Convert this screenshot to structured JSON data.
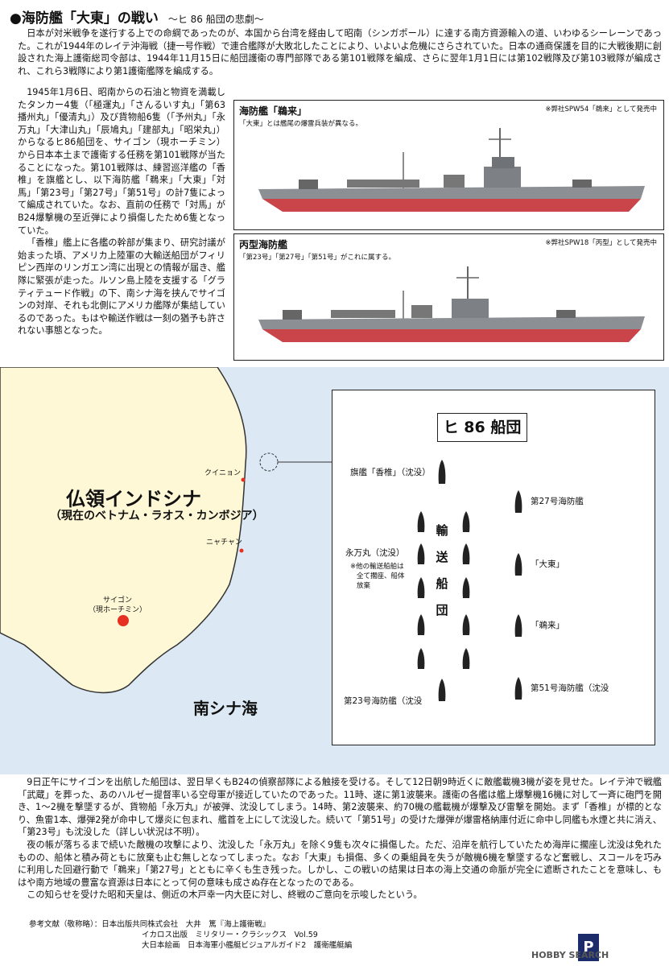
{
  "title": "●海防艦「大東」の戦い",
  "subtitle": "〜ヒ 86 船団の悲劇〜",
  "intro": "日本が対米戦争を遂行する上での命綱であったのが、本国から台湾を経由して昭南（シンガポール）に達する南方資源輸入の道、いわゆるシーレーンであった。これが1944年のレイテ沖海戦（捷一号作戦）で連合艦隊が大敗北したことにより、いよいよ危機にさらされていた。日本の通商保護を目的に大戦後期に創設された海上護衛総司令部は、1944年11月15日に船団護衛の専門部隊である第101戦隊を編成、さらに翌年1月1日には第102戦隊及び第103戦隊が編成され、これら3戦隊により第1護衛艦隊を編成する。",
  "left_paragraphs": [
    "1945年1月6日、昭南からの石油と物資を満載したタンカー4隻（「極運丸」「さんるいす丸」「第63播州丸」「優清丸」）及び貨物船6隻（「予州丸」「永万丸」「大津山丸」「辰鳩丸」「建部丸」「昭栄丸」）からなるヒ86船団を、サイゴン（現ホーチミン）から日本本土まで護衛する任務を第101戦隊が当たることになった。第101戦隊は、練習巡洋艦の「香椎」を旗艦とし、以下海防艦「鵜来」「大東」「対馬」「第23号」「第27号」「第51号」の計7隻によって編成されていた。なお、直前の任務で「対馬」がB24爆撃機の至近弾により損傷したため6隻となっていた。",
    "「香椎」艦上に各艦の幹部が集まり、研究討議が始まった頃、アメリカ上陸軍の大輸送船団がフィリピン西岸のリンガエン湾に出現との情報が届き、艦隊に緊張が走った。ルソン島上陸を支援する「グラティテュード作戦」の下、南シナ海を挟んでサイゴンの対岸、それも北側にアメリカ艦隊が集結しているのであった。もはや輸送作戦は一刻の猶予も許されない事態となった。"
  ],
  "box1": {
    "title": "海防艦「鵜来」",
    "note": "※弊社SPW54「鵜来」として発売中",
    "sub": "「大東」とは艦尾の爆雷兵装が異なる。"
  },
  "box2": {
    "title": "丙型海防艦",
    "note": "※弊社SPW18「丙型」として発売中",
    "sub": "「第23号」「第27号」「第51号」がこれに属する。"
  },
  "map": {
    "region": "仏領インドシナ",
    "region_sub": "（現在のベトナム・ラオス・カンボジア）",
    "sea": "南シナ海",
    "city1": "クイニョン",
    "city2": "ニャチャン",
    "city3": "サイゴン",
    "city3_sub": "（現ホーチミン）"
  },
  "convoy": {
    "title": "ヒ 86 船団",
    "flagship": "旗艦「香椎」（沈没）",
    "ship27": "第27号海防艦",
    "eiman": "永万丸（沈没）",
    "note1": "※他の輸送船舶は",
    "note2": "全て擱座、船体",
    "note3": "放棄",
    "daito": "「大東」",
    "ukuru": "「鵜来」",
    "ship51": "第51号海防艦（沈没",
    "ship23": "第23号海防艦（沈没",
    "column_label": [
      "輸",
      "送",
      "船",
      "団"
    ]
  },
  "bottom_paragraphs": [
    "9日正午にサイゴンを出航した船団は、翌日早くもB24の偵察部隊による触接を受ける。そして12日朝9時近くに敵艦載機3機が姿を見せた。レイテ沖で戦艦「武蔵」を葬った、あのハルゼー提督率いる空母軍が接近していたのであった。11時、遂に第1波襲来。護衛の各艦は艦上爆撃機16機に対して一斉に砲門を開き、1〜2機を撃墜するが、貨物船「永万丸」が被弾、沈没してしまう。14時、第2波襲来、約70機の艦載機が爆撃及び雷撃を開始。まず「香椎」が標的となり、魚雷1本、爆弾2発が命中して爆炎に包まれ、艦首を上にして沈没した。続いて「第51号」の受けた爆弾が爆雷格納庫付近に命中し同艦も水煙と共に消え、「第23号」も沈没した（詳しい状況は不明）。",
    "夜の帳が落ちるまで続いた敵機の攻撃により、沈没した「永万丸」を除く9隻も次々に損傷した。ただ、沿岸を航行していたため海岸に擱座し沈没は免れたものの、船体と積み荷ともに放棄も止む無しとなってしまった。なお「大東」も損傷、多くの乗組員を失うが敵機6機を撃墜するなど奮戦し、スコールを巧みに利用した回避行動で「鵜来」「第27号」とともに辛くも生き残った。しかし、この戦いの結果は日本の海上交通の命脈が完全に遮断されたことを意味し、もはや南方地域の豊富な資源は日本にとって何の意味も成さぬ存在となったのである。",
    "この知らせを受けた昭和天皇は、側近の木戸幸一内大臣に対し、終戦のご意向を示唆したという。"
  ],
  "refs": [
    "参考文献（敬称略）：日本出版共同株式会社　大井　篤『海上護衛戦』",
    "イカロス出版　ミリタリー・クラシックス　Vol.59",
    "大日本絵画　日本海軍小艦艇ビジュアルガイド2　護衛艦艇編"
  ],
  "watermark": "HOBBY SEARCH",
  "colors": {
    "sea": "#dce9f4",
    "land": "#fff8d6",
    "city": "#e53022",
    "hull": "#8c8f93",
    "waterline": "#c9454a"
  }
}
